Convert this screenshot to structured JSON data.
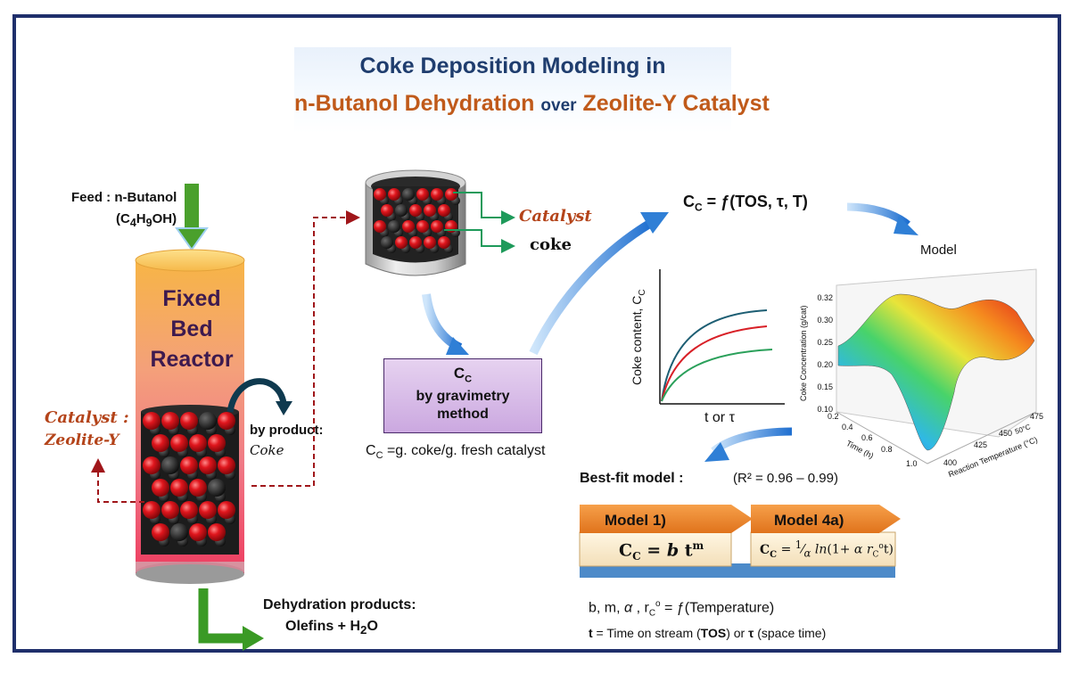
{
  "title": {
    "line1": "Coke Deposition Modeling in",
    "line2_part1": "n-Butanol Dehydration",
    "line2_connector": "over",
    "line2_part2": "Zeolite-Y Catalyst"
  },
  "reactor": {
    "feed_label": "Feed : n-Butanol",
    "feed_formula": "(C4H9OH)",
    "name_lines": [
      "Fixed",
      "Bed",
      "Reactor"
    ],
    "catalyst_label": "Catalyst :",
    "catalyst_name": "Zeolite-Y",
    "byproduct_label": "by product:",
    "byproduct_name": "Coke",
    "products_label": "Dehydration products:",
    "products_formula": "Olefins + H2O"
  },
  "sample": {
    "catalyst_label": "Catalyst",
    "coke_label": "coke"
  },
  "method": {
    "symbol": "CC",
    "line1": "by gravimetry",
    "line2": "method",
    "definition": "CC =g. coke/g. fresh catalyst"
  },
  "function": {
    "equation": "CC = ƒ(TOS, τ, T)",
    "model_label": "Model"
  },
  "small_plot": {
    "ylabel": "Coke content, CC",
    "xlabel": "t  or τ"
  },
  "surface_plot": {
    "zlabel": "Coke Concentration (g/cat)",
    "z_ticks": [
      "0.32",
      "0.30",
      "0.25",
      "0.20",
      "0.15",
      "0.10"
    ],
    "time_label": "Time (h)",
    "time_ticks": [
      "0.2",
      "0.4",
      "0.6",
      "0.8",
      "1.0"
    ],
    "temp_label": "Reaction Temperature (°C)",
    "temp_ticks": [
      "400",
      "425",
      "450",
      "475"
    ],
    "temp_extra": "50°C"
  },
  "bestfit": {
    "label": "Best-fit model :",
    "r2": "(R² = 0.96 – 0.99)",
    "model1_title": "Model 1)",
    "model1_eq": "CC = b tm",
    "model2_title": "Model 4a)",
    "model2_eq": "CC = (1/α) ln(1+ α rC° t)",
    "params_note": "b, m, α , rC° = ƒ(Temperature)",
    "time_note": "t = Time on stream (TOS) or τ (space time)"
  },
  "colors": {
    "frame": "#1f2f6b",
    "title_blue": "#1f3d6e",
    "title_orange": "#c05a1a",
    "catalyst_red": "#d8151b",
    "coke_black": "#1a1a1a",
    "arrow_blue": "#2f7fd6",
    "green_arrow": "#4aa02c",
    "dashed_red": "#a0161a",
    "curve_top": "#1d5e73",
    "curve_mid": "#d82027",
    "curve_low": "#2aa05a"
  }
}
